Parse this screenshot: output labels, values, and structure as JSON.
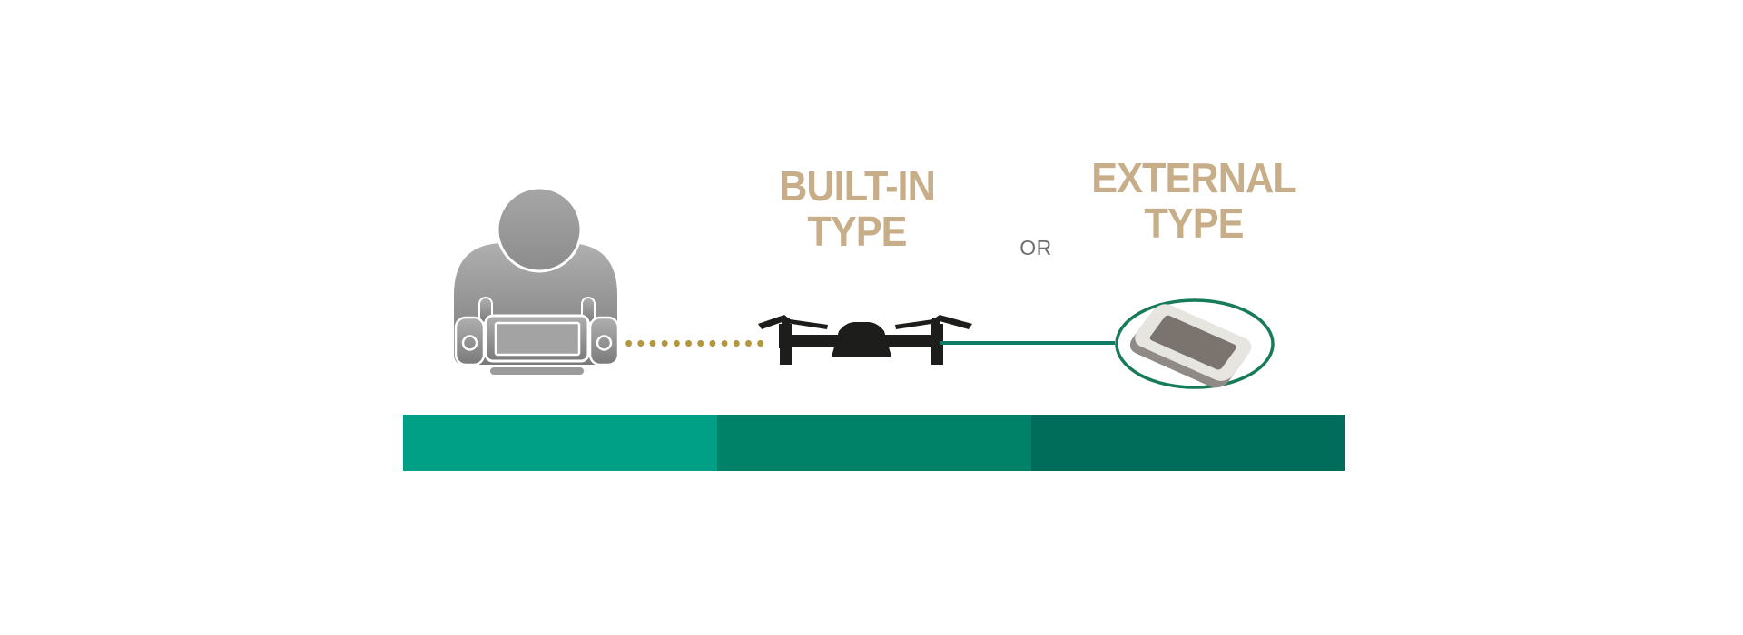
{
  "diagram": {
    "labels": {
      "builtin_line1": "BUILT-IN",
      "builtin_line2": "TYPE",
      "or": "OR",
      "external_line1": "EXTERNAL",
      "external_line2": "TYPE"
    },
    "icons": {
      "pilot": "pilot-with-remote-controller-icon",
      "drone": "quadcopter-drone-icon",
      "display": "smartphone-icon"
    },
    "connections": {
      "builtin_link_style": "dotted",
      "external_link_style": "solid"
    }
  },
  "colors": {
    "label-tan": "#c7ae88",
    "or-gray": "#6e6e6e",
    "dot-gold": "#b2973f",
    "line-teal": "#0e7b65",
    "ellipse-green": "#177a58",
    "drone-black": "#1d1d1b",
    "person-gray-top": "#afafaf",
    "person-gray-bottom": "#7a7a7a",
    "phone-bezel": "#e6e5e0",
    "phone-screen": "#7b736d",
    "phone-side": "#8f8a85",
    "bar-left": "#00a087",
    "bar-middle": "#008268",
    "bar-right": "#006c5a",
    "background": "#ffffff"
  }
}
